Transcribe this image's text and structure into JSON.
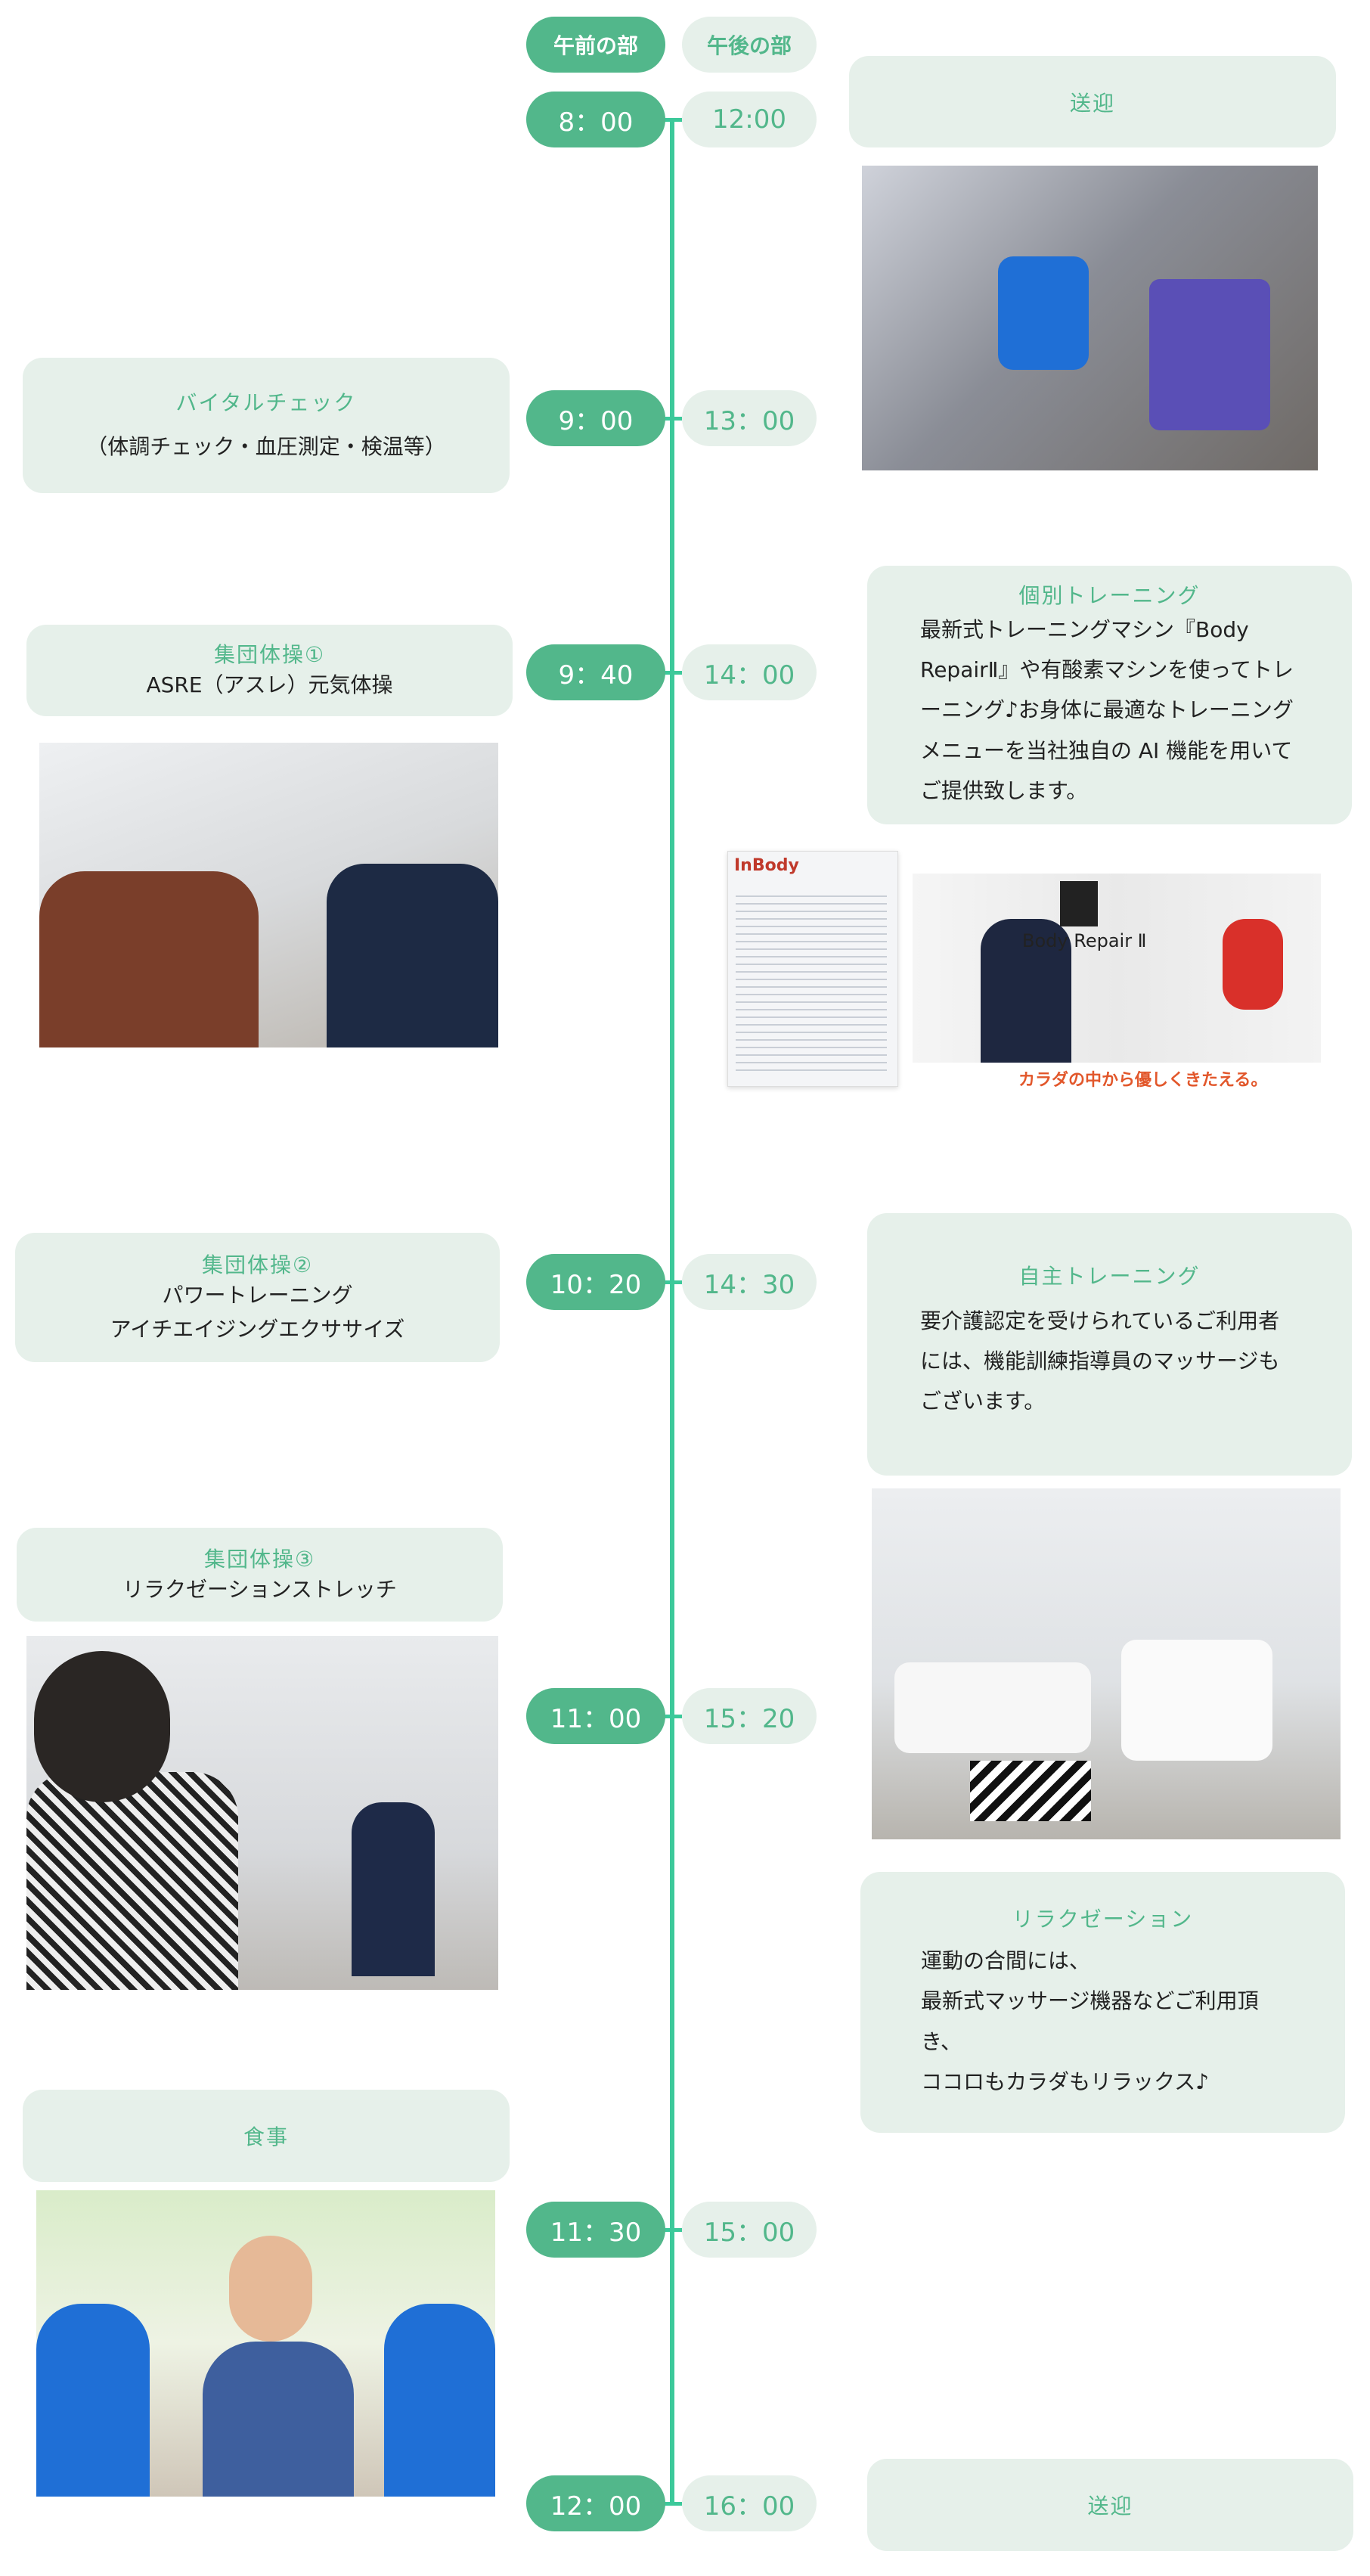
{
  "header": {
    "morning": "午前の部",
    "afternoon": "午後の部"
  },
  "times": [
    {
      "am": "8：00",
      "pm": "12:00"
    },
    {
      "am": "9：00",
      "pm": "13：00"
    },
    {
      "am": "9：40",
      "pm": "14：00"
    },
    {
      "am": "10：20",
      "pm": "14：30"
    },
    {
      "am": "11：00",
      "pm": "15：20"
    },
    {
      "am": "11：30",
      "pm": "15：00"
    },
    {
      "am": "12：00",
      "pm": "16：00"
    }
  ],
  "activities": {
    "pickup_top": {
      "title": "送迎"
    },
    "vital": {
      "title": "バイタルチェック",
      "body": "（体調チェック・血圧測定・検温等）"
    },
    "group1": {
      "title": "集団体操①",
      "body": "ASRE（アスレ）元気体操"
    },
    "individual": {
      "title": "個別トレーニング",
      "body": "最新式トレーニングマシン『Body RepairⅡ』や有酸素マシンを使ってトレーニング♪お身体に最適なトレーニングメニューを当社独自の AI 機能を用いてご提供致します。"
    },
    "group2": {
      "title": "集団体操②",
      "body1": "パワートレーニング",
      "body2": "アイチエイジングエクササイズ"
    },
    "self": {
      "title": "自主トレーニング",
      "body": "要介護認定を受けられているご利用者には、機能訓練指導員のマッサージもございます。"
    },
    "group3": {
      "title": "集団体操③",
      "body": "リラクゼーションストレッチ"
    },
    "relax": {
      "title": "リラクゼーション",
      "body1": "運動の合間には、",
      "body2": "最新式マッサージ機器などご利用頂き、",
      "body3": "ココロもカラダもリラックス♪"
    },
    "meal": {
      "title": "食事"
    },
    "pickup_bottom": {
      "title": "送迎"
    }
  },
  "images": {
    "inbody_logo": "InBody",
    "bodyrepair_logo": "Body Repair Ⅱ",
    "bodyrepair_caption": "カラダの中から優しくきたえる。"
  }
}
